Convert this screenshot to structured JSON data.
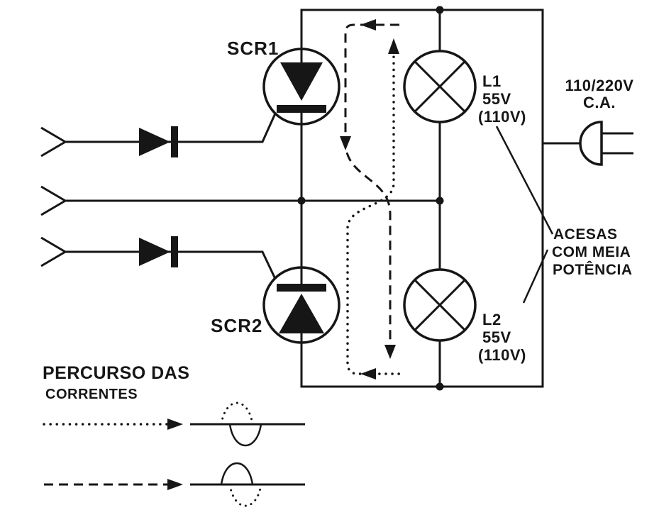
{
  "circuit": {
    "scr1": "SCR1",
    "scr2": "SCR2",
    "lamp1": {
      "name": "L1",
      "voltage": "55V",
      "voltage_alt": "(110V)"
    },
    "lamp2": {
      "name": "L2",
      "voltage": "55V",
      "voltage_alt": "(110V)"
    },
    "supply": {
      "voltage": "110/220V",
      "type": "C.A."
    },
    "note": [
      "ACESAS",
      "COM MEIA",
      "POTÊNCIA"
    ]
  },
  "legend": {
    "title_line1": "PERCURSO DAS",
    "title_line2": "CORRENTES"
  },
  "colors": {
    "ink": "#161616",
    "background": "#ffffff"
  }
}
